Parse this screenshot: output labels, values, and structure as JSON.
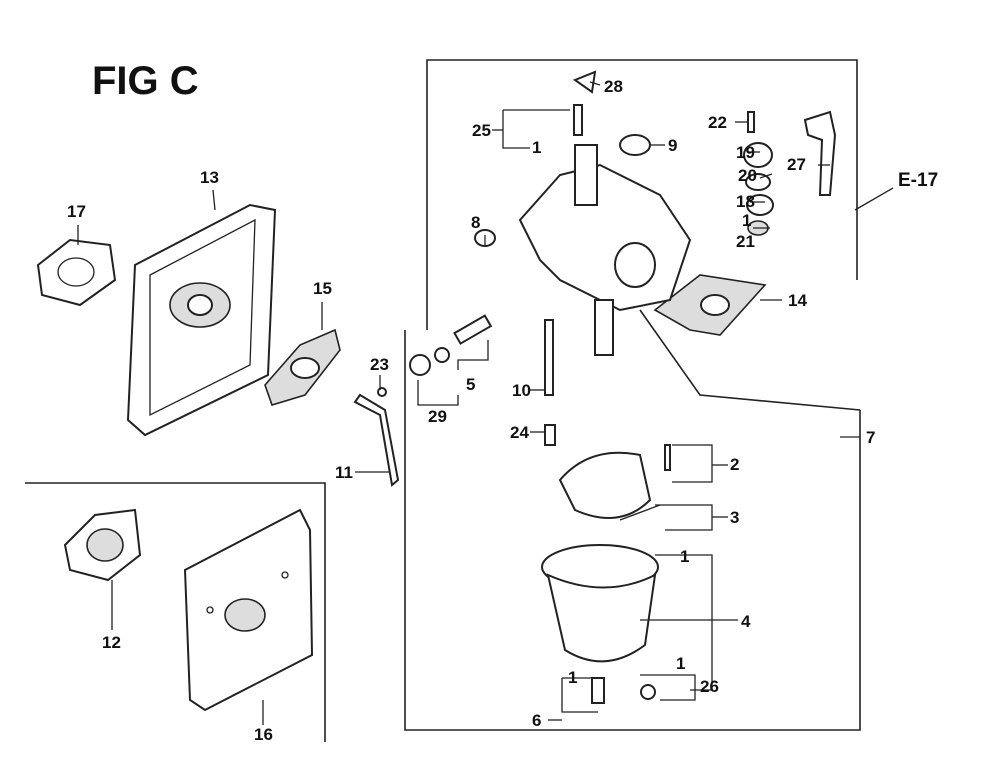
{
  "title": "FIG C",
  "reference": "E-17",
  "callouts": [
    "28",
    "25",
    "1",
    "9",
    "22",
    "19",
    "20",
    "18",
    "1",
    "21",
    "27",
    "13",
    "17",
    "15",
    "8",
    "14",
    "23",
    "5",
    "10",
    "29",
    "24",
    "7",
    "11",
    "2",
    "3",
    "1",
    "4",
    "12",
    "1",
    "6",
    "1",
    "26",
    "16"
  ]
}
